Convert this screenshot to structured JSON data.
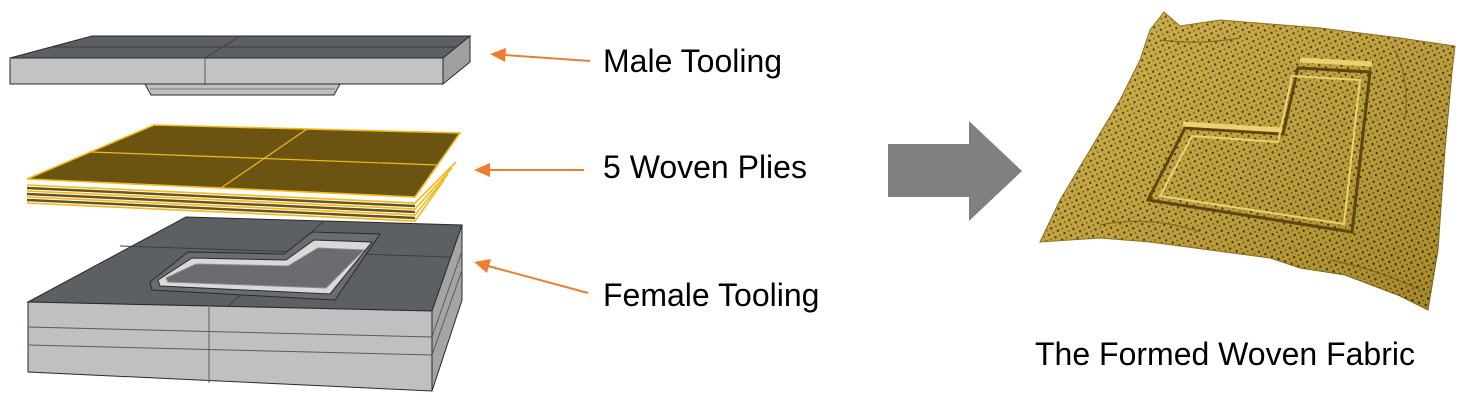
{
  "labels": {
    "male_tooling": "Male Tooling",
    "woven_plies": "5 Woven Plies",
    "female_tooling": "Female Tooling",
    "formed_fabric": "The Formed Woven Fabric"
  },
  "colors": {
    "tool_top": "#5c5f63",
    "tool_side": "#bfc0c2",
    "tool_front": "#a9aaac",
    "edge": "#2a2a2a",
    "ply_fill": "#6b5312",
    "ply_edge": "#f0b91e",
    "fabric": "#c9a531",
    "fabric_dark": "#6e5616",
    "arrow_orange": "#ed7d31",
    "big_arrow": "#808080"
  }
}
